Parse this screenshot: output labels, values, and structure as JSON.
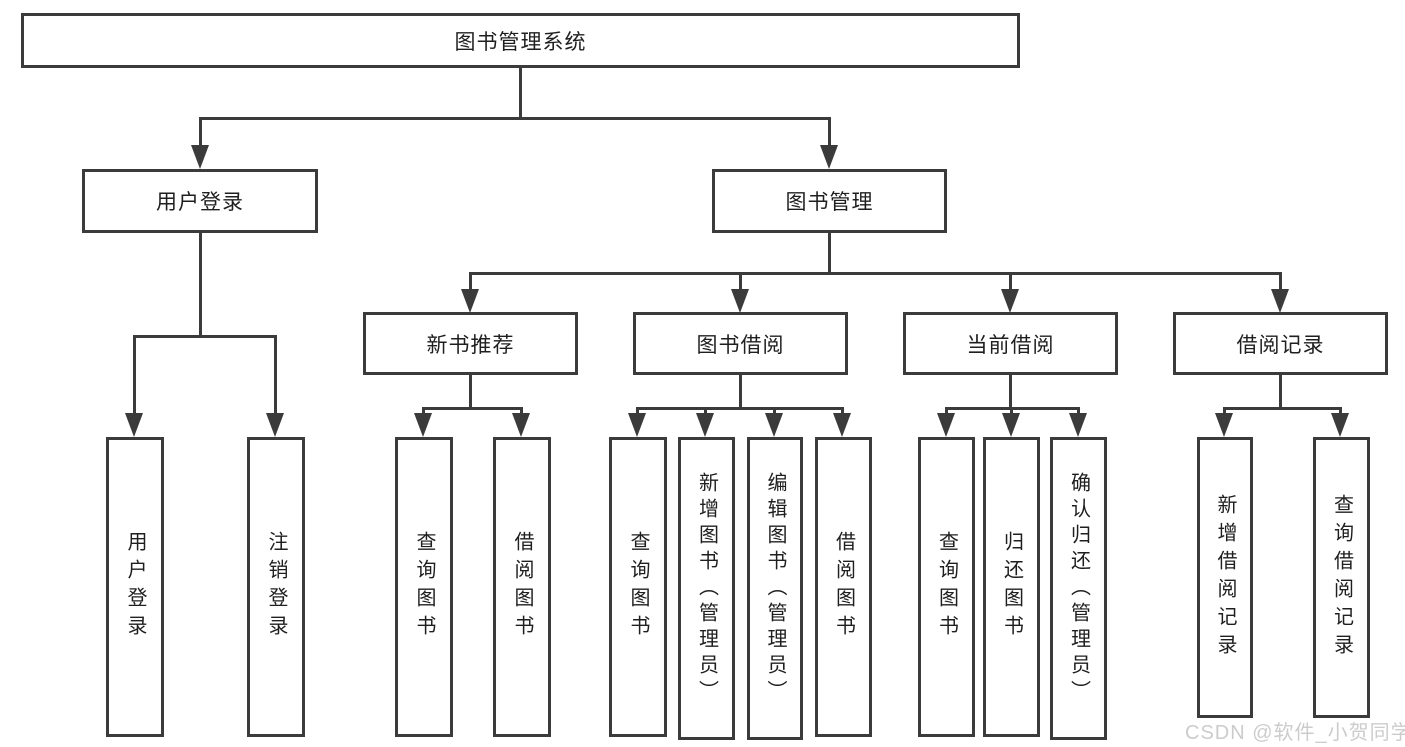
{
  "diagram": {
    "type": "hierarchy-tree",
    "tree": {
      "root": "图书管理系统",
      "children": [
        {
          "label": "用户登录",
          "children": [
            {
              "label": "用户登录"
            },
            {
              "label": "注销登录"
            }
          ]
        },
        {
          "label": "图书管理",
          "children": [
            {
              "label": "新书推荐",
              "children": [
                {
                  "label": "查询图书"
                },
                {
                  "label": "借阅图书"
                }
              ]
            },
            {
              "label": "图书借阅",
              "children": [
                {
                  "label": "查询图书"
                },
                {
                  "label": "新增图书（管理员）"
                },
                {
                  "label": "编辑图书（管理员）"
                },
                {
                  "label": "借阅图书"
                }
              ]
            },
            {
              "label": "当前借阅",
              "children": [
                {
                  "label": "查询图书"
                },
                {
                  "label": "归还图书"
                },
                {
                  "label": "确认归还（管理员）"
                }
              ]
            },
            {
              "label": "借阅记录",
              "children": [
                {
                  "label": "新增借阅记录"
                },
                {
                  "label": "查询借阅记录"
                }
              ]
            }
          ]
        }
      ]
    }
  },
  "watermark": {
    "text": "CSDN @软件_小贺同学"
  },
  "colors": {
    "line": "#3b3b3b",
    "box_border": "#3b3b3b",
    "text": "#1f1f1f",
    "watermark": "#cccccc",
    "background": "#ffffff"
  }
}
